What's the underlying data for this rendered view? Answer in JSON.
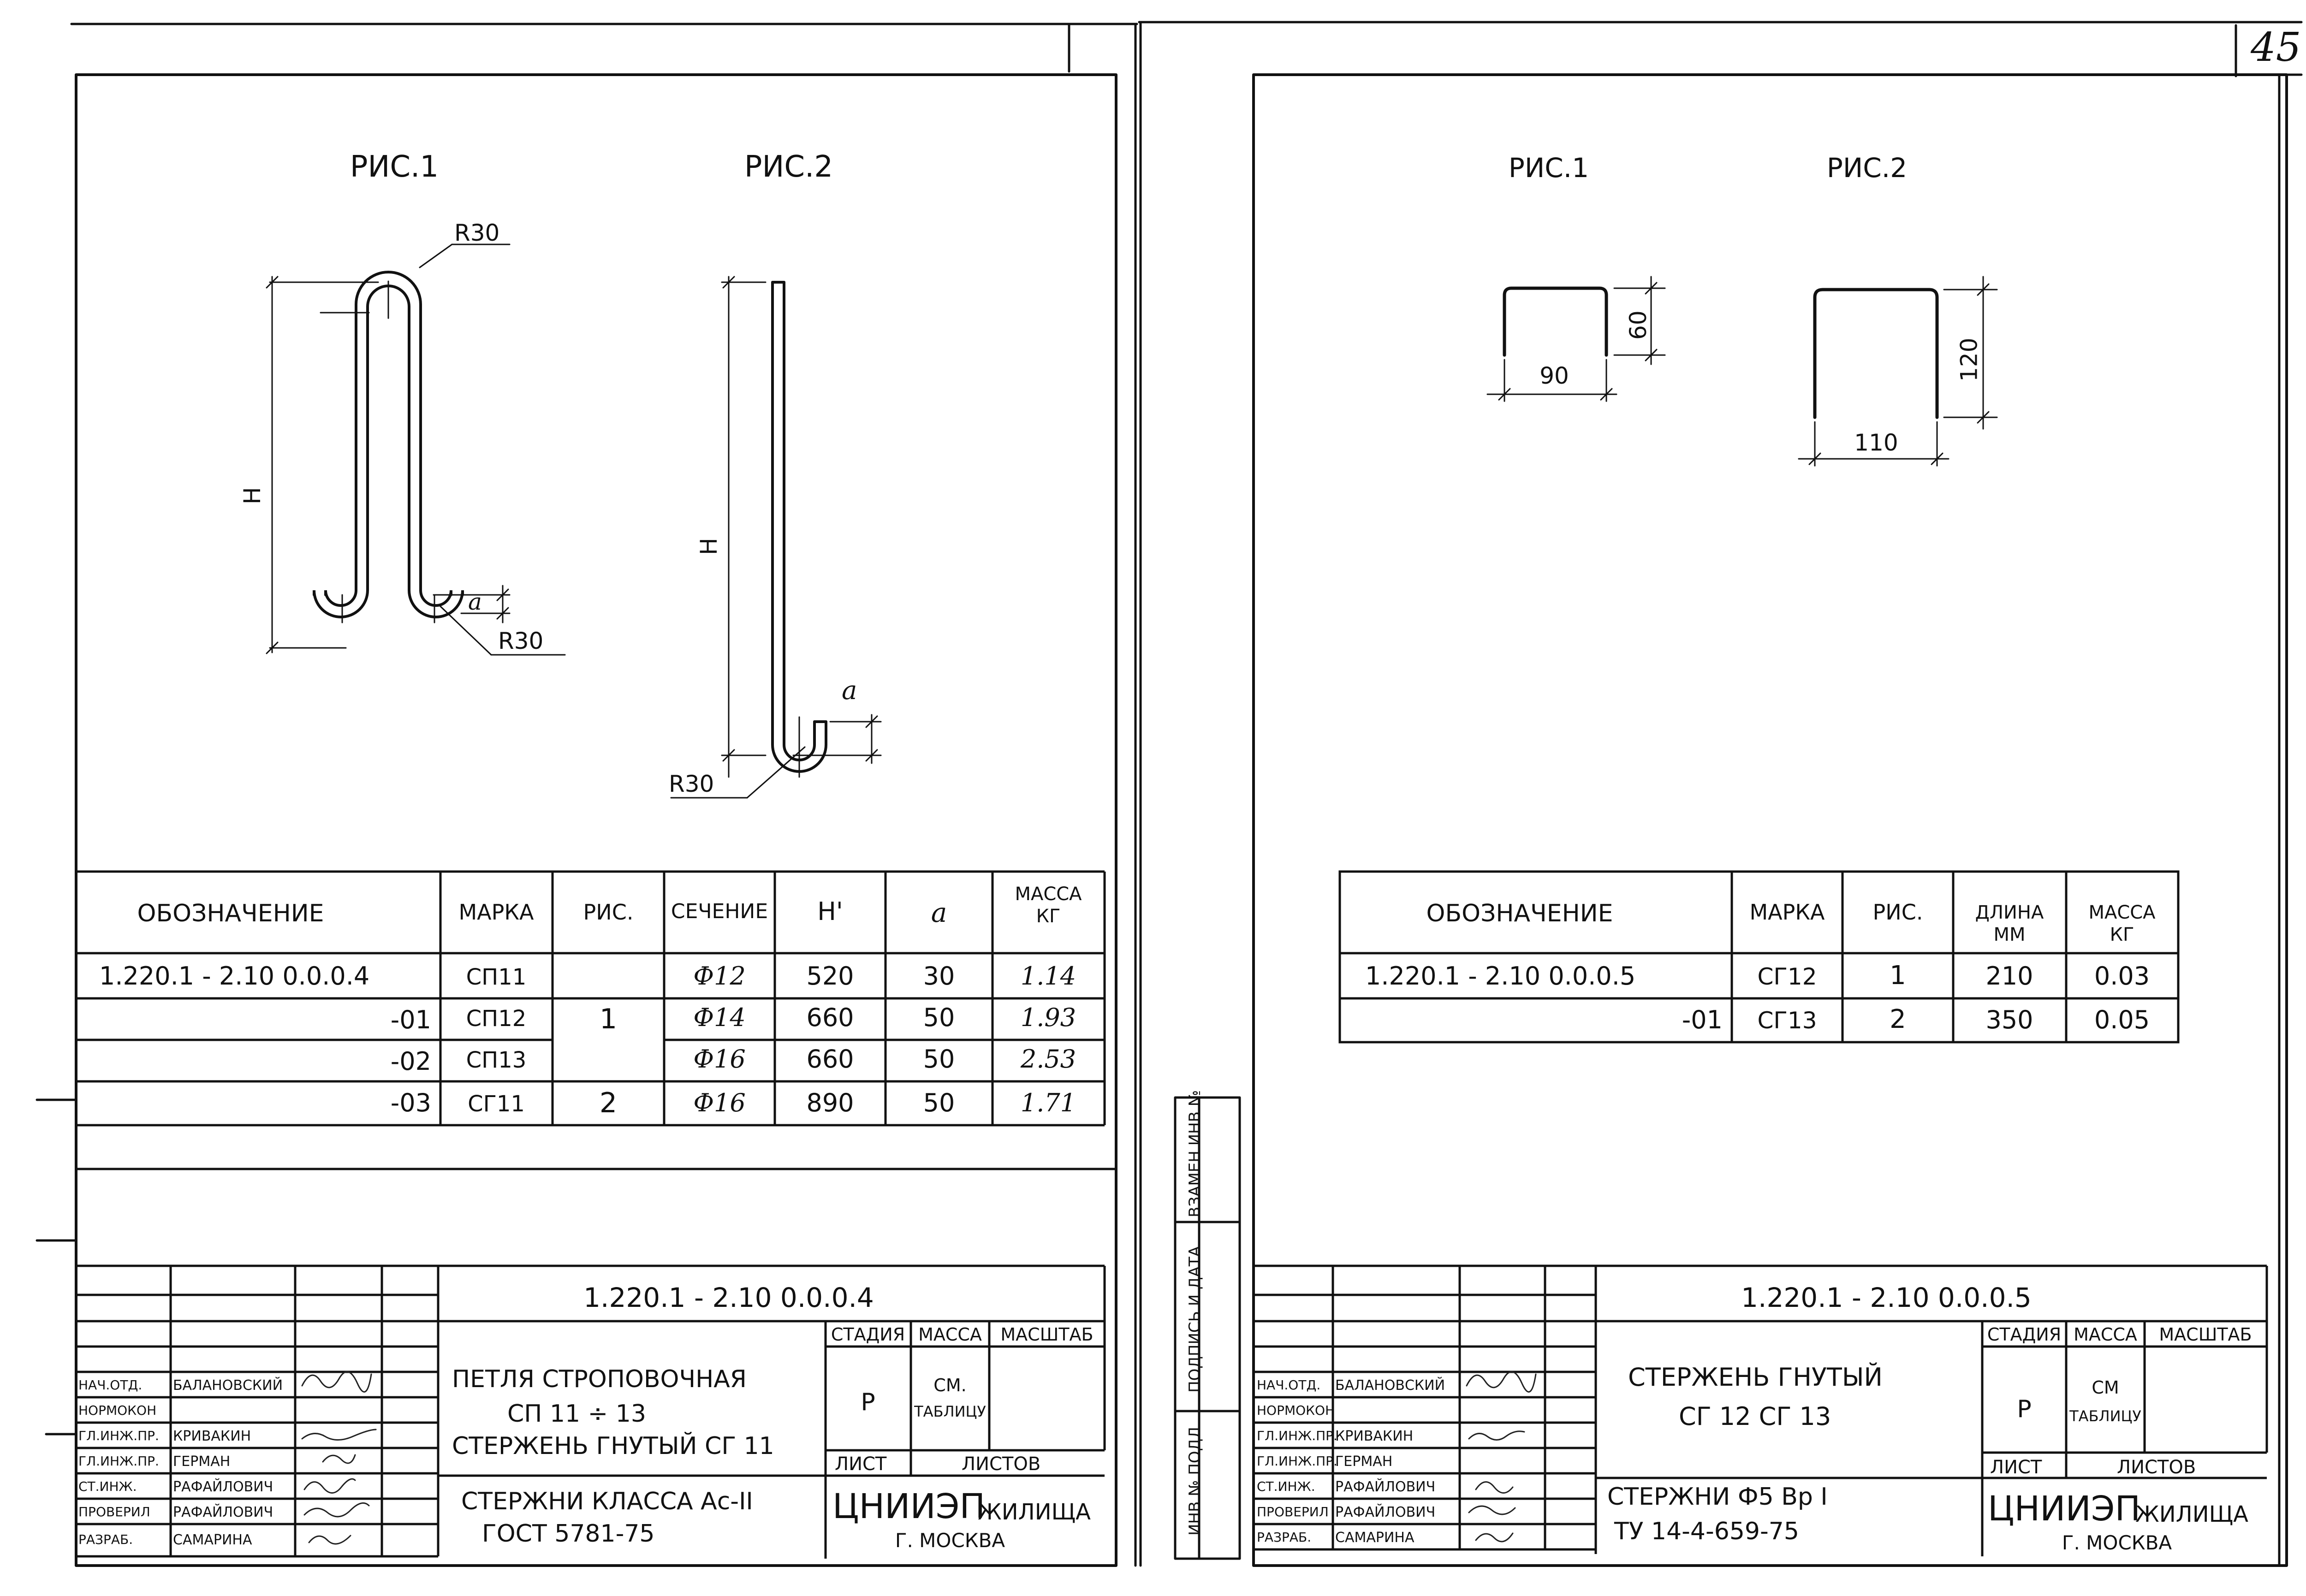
{
  "page_number": "45",
  "left": {
    "fig1_label": "РИС.1",
    "fig2_label": "РИС.2",
    "dims": {
      "r30_top": "R30",
      "r30_bottom": "R30",
      "r30_fig2": "R30",
      "h_fig1": "Н",
      "h_fig2": "Н",
      "a_fig1": "а",
      "a_fig2": "а"
    },
    "table": {
      "headers": [
        "ОБОЗНАЧЕНИЕ",
        "МАРКА",
        "РИС.",
        "СЕЧЕНИЕ",
        "Н'",
        "а",
        "МАССА\nКГ"
      ],
      "rows": [
        [
          "1.220.1 - 2.10  0.0.0.4",
          "СП11",
          "",
          "Ф12",
          "520",
          "30",
          "1.14"
        ],
        [
          "-01",
          "СП12",
          "1",
          "Ф14",
          "660",
          "50",
          "1.93"
        ],
        [
          "-02",
          "СП13",
          "",
          "Ф16",
          "660",
          "50",
          "2.53"
        ],
        [
          "-03",
          "СГ11",
          "2",
          "Ф16",
          "890",
          "50",
          "1.71"
        ]
      ]
    },
    "stamp": {
      "code": "1.220.1 - 2.10   0.0.0.4",
      "title_lines": [
        "ПЕТЛЯ  СТРОПОВОЧНАЯ",
        "СП 11 ÷ 13",
        "СТЕРЖЕНЬ ГНУТЫЙ СГ 11"
      ],
      "material_lines": [
        "СТЕРЖНИ КЛАССА Ас-II",
        "ГОСТ 5781-75"
      ],
      "stage_label": "СТАДИЯ",
      "mass_label": "МАССА",
      "scale_label": "МАСШТАБ",
      "stage_value": "Р",
      "mass_value_lines": [
        "СМ.",
        "ТАБЛИЦУ"
      ],
      "sheet_label": "ЛИСТ",
      "sheets_label": "ЛИСТОВ",
      "org_main": "ЦНИИЭП",
      "org_sub": "ЖИЛИЩА",
      "org_city": "Г. МОСКВА",
      "people": [
        {
          "role": "НАЧ.ОТД.",
          "name": "БАЛАНОВСКИЙ"
        },
        {
          "role": "НОРМОКОН",
          "name": ""
        },
        {
          "role": "ГЛ.ИНЖ.ПР.",
          "name": "КРИВАКИН"
        },
        {
          "role": "ГЛ.ИНЖ.ПР.",
          "name": "ГЕРМАН"
        },
        {
          "role": "СТ.ИНЖ.",
          "name": "РАФАЙЛОВИЧ"
        },
        {
          "role": "ПРОВЕРИЛ",
          "name": "РАФАЙЛОВИЧ"
        },
        {
          "role": "РАЗРАБ.",
          "name": "САМАРИНА"
        }
      ]
    }
  },
  "right": {
    "fig1_label": "РИС.1",
    "fig2_label": "РИС.2",
    "dims": {
      "fig1_w": "90",
      "fig1_h": "60",
      "fig2_w": "110",
      "fig2_h": "120"
    },
    "table": {
      "headers": [
        "ОБОЗНАЧЕНИЕ",
        "МАРКА",
        "РИС.",
        "ДЛИНА\nММ",
        "МАССА\nКГ"
      ],
      "rows": [
        [
          "1.220.1 - 2.10  0.0.0.5",
          "СГ12",
          "1",
          "210",
          "0.03"
        ],
        [
          "-01",
          "СГ13",
          "2",
          "350",
          "0.05"
        ]
      ]
    },
    "side_labels": [
      "ИНВ.№ ПОДЛ.",
      "ПОДПИСЬ И ДАТА",
      "ВЗАМЕН ИНВ.№"
    ],
    "stamp": {
      "code": "1.220.1 - 2.10   0.0.0.5",
      "title_lines": [
        "СТЕРЖЕНЬ ГНУТЫЙ",
        "СГ 12  СГ 13"
      ],
      "material_lines": [
        "СТЕРЖНИ Ф5 Вр I",
        "ТУ 14-4-659-75"
      ],
      "stage_label": "СТАДИЯ",
      "mass_label": "МАССА",
      "scale_label": "МАСШТАБ",
      "stage_value": "Р",
      "mass_value_lines": [
        "СМ",
        "ТАБЛИЦУ"
      ],
      "sheet_label": "ЛИСТ",
      "sheets_label": "ЛИСТОВ",
      "org_main": "ЦНИИЭП",
      "org_sub": "ЖИЛИЩА",
      "org_city": "Г. МОСКВА",
      "people": [
        {
          "role": "НАЧ.ОТД.",
          "name": "БАЛАНОВСКИЙ"
        },
        {
          "role": "НОРМОКОН",
          "name": ""
        },
        {
          "role": "ГЛ.ИНЖ.ПР.",
          "name": "КРИВАКИН"
        },
        {
          "role": "ГЛ.ИНЖ.ПР.",
          "name": "ГЕРМАН"
        },
        {
          "role": "СТ.ИНЖ.",
          "name": "РАФАЙЛОВИЧ"
        },
        {
          "role": "ПРОВЕРИЛ",
          "name": "РАФАЙЛОВИЧ"
        },
        {
          "role": "РАЗРАБ.",
          "name": "САМАРИНА"
        }
      ]
    }
  }
}
